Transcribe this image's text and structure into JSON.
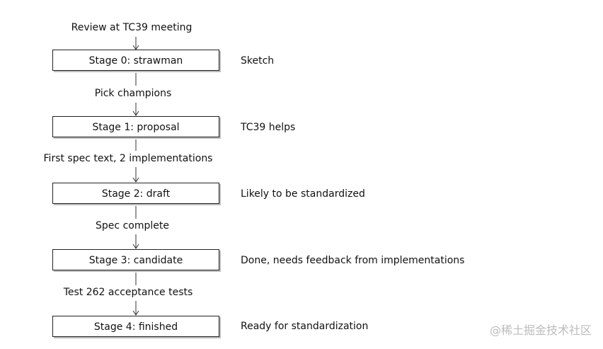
{
  "diagram": {
    "stages": [
      {
        "entry_label": "Review at TC39 meeting",
        "label": "Stage 0: strawman",
        "description": "Sketch"
      },
      {
        "entry_label": "Pick champions",
        "label": "Stage 1: proposal",
        "description": "TC39 helps"
      },
      {
        "entry_label": "First spec text, 2 implementations",
        "label": "Stage 2: draft",
        "description": "Likely to be standardized"
      },
      {
        "entry_label": "Spec complete",
        "label": "Stage 3: candidate",
        "description": "Done, needs feedback from implementations"
      },
      {
        "entry_label": "Test 262 acceptance tests",
        "label": "Stage 4: finished",
        "description": "Ready for standardization"
      }
    ]
  },
  "watermark": "@稀土掘金技术社区",
  "colors": {
    "line": "#333333",
    "text": "#111111",
    "watermark": "#bcbcbc"
  }
}
